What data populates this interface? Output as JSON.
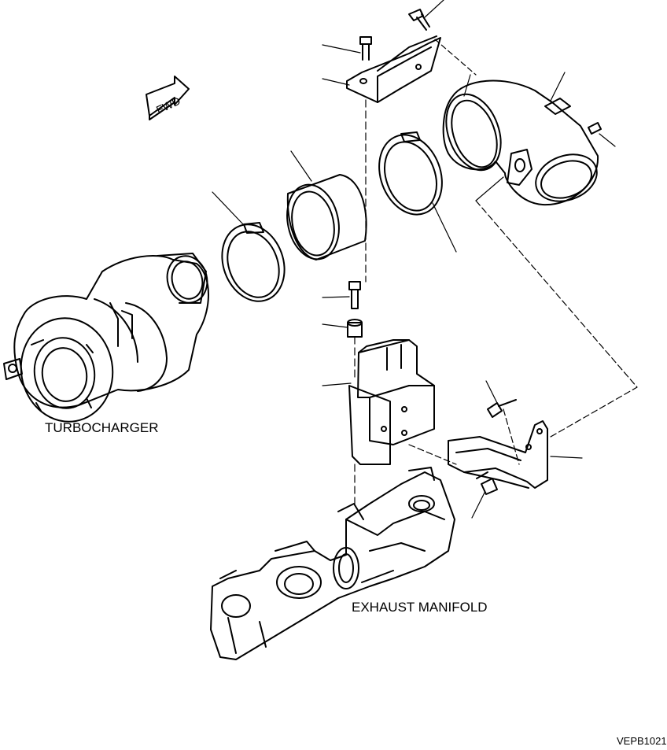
{
  "labels": {
    "turbocharger": "TURBOCHARGER",
    "exhaust_manifold": "EXHAUST MANIFOLD",
    "fwd": "FWD",
    "drawing_code": "VEPB1021"
  }
}
